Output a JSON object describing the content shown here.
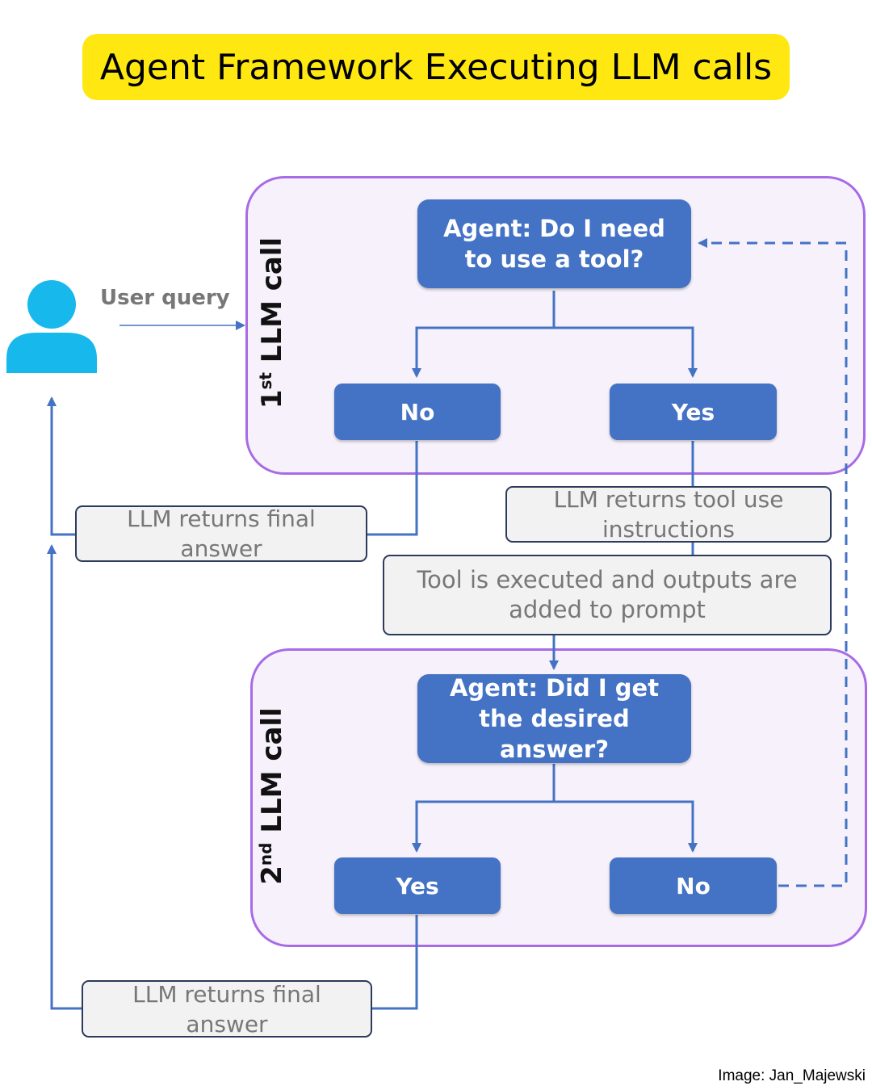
{
  "title": "Agent Framework Executing LLM calls",
  "user_query_label": "User query",
  "first_call": {
    "ordinal_number": "1",
    "ordinal_suffix": "st",
    "label": " LLM call",
    "question": "Agent: Do I need to use a tool?",
    "no_label": "No",
    "yes_label": "Yes"
  },
  "second_call": {
    "ordinal_number": "2",
    "ordinal_suffix": "nd",
    "label": " LLM call",
    "question": "Agent: Did I get the desired answer?",
    "yes_label": "Yes",
    "no_label": "No"
  },
  "notes": {
    "final_answer_1": "LLM returns final answer",
    "tool_instructions": "LLM returns tool use instructions",
    "tool_executed": "Tool is executed and outputs are added to prompt",
    "final_answer_2": "LLM returns final answer"
  },
  "credit": "Image: Jan_Majewski",
  "colors": {
    "title_background": "#ffe812",
    "node_fill": "#4472c4",
    "region_border": "#a86be6",
    "region_fill": "#f6f1fb",
    "connector": "#4472c4",
    "user_icon": "#17b8ec"
  },
  "icons": {
    "user": "user-icon"
  }
}
